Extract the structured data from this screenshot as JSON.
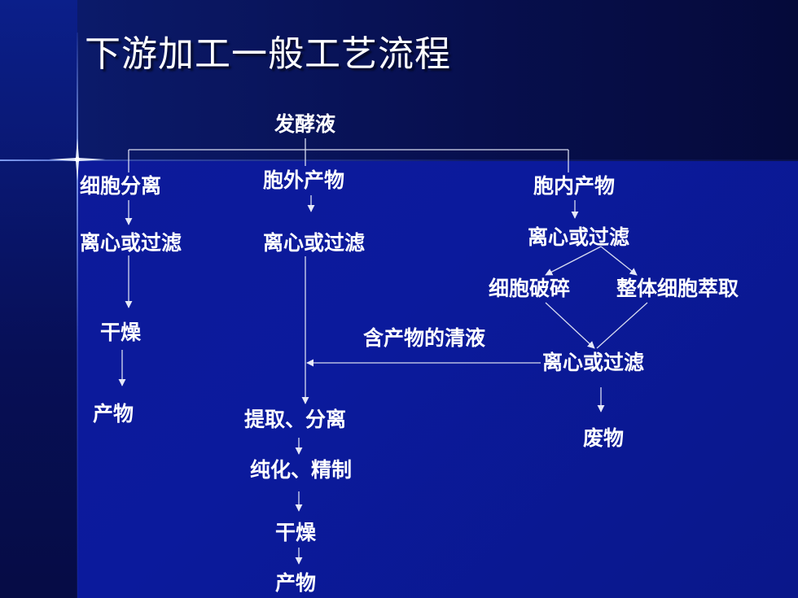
{
  "title": "下游加工一般工艺流程",
  "nodes": {
    "broth": "发酵液",
    "cell_separation": "细胞分离",
    "extracellular": "胞外产物",
    "intracellular": "胞内产物",
    "centrifuge_left": "离心或过滤",
    "centrifuge_mid": "离心或过滤",
    "centrifuge_right": "离心或过滤",
    "cell_disruption": "细胞破碎",
    "whole_cell_extraction": "整体细胞萃取",
    "dry_left": "干燥",
    "clear_liquid": "含产物的清液",
    "centrifuge_lower": "离心或过滤",
    "product_left": "产物",
    "extract_separate": "提取、分离",
    "waste": "废物",
    "purify_refine": "纯化、精制",
    "dry_mid": "干燥",
    "product_mid": "产物"
  },
  "colors": {
    "text": "#ffffff",
    "line": "#d8dcf0",
    "background": "#0a1a8c"
  }
}
